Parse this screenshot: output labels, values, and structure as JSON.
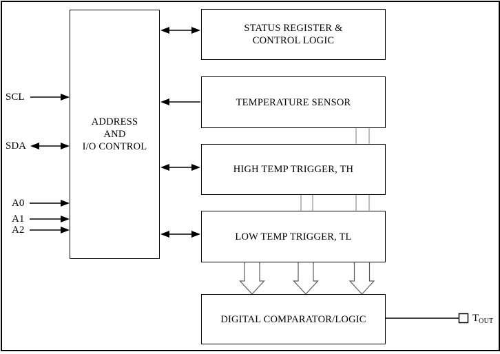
{
  "diagram": {
    "blocks": {
      "address_io": {
        "lines": [
          "ADDRESS",
          "AND",
          "I/O CONTROL"
        ]
      },
      "status_register": {
        "lines": [
          "STATUS REGISTER &",
          "CONTROL LOGIC"
        ]
      },
      "temperature_sensor": {
        "label": "TEMPERATURE SENSOR"
      },
      "high_temp_trigger": {
        "label": "HIGH TEMP TRIGGER, TH"
      },
      "low_temp_trigger": {
        "label": "LOW TEMP TRIGGER, TL"
      },
      "digital_comparator": {
        "label": "DIGITAL COMPARATOR/LOGIC"
      }
    },
    "pins": {
      "scl": {
        "label": "SCL",
        "direction": "input"
      },
      "sda": {
        "label": "SDA",
        "direction": "bidirectional"
      },
      "a0": {
        "label": "A0",
        "direction": "input"
      },
      "a1": {
        "label": "A1",
        "direction": "input"
      },
      "a2": {
        "label": "A2",
        "direction": "input"
      },
      "tout": {
        "label_main": "T",
        "label_sub": "OUT",
        "direction": "output"
      }
    },
    "connections": [
      {
        "from": "address_io",
        "to": "status_register",
        "style": "solid-arrow",
        "direction": "bidirectional"
      },
      {
        "from": "temperature_sensor",
        "to": "address_io",
        "style": "solid-arrow",
        "direction": "one-way"
      },
      {
        "from": "address_io",
        "to": "high_temp_trigger",
        "style": "solid-arrow",
        "direction": "bidirectional"
      },
      {
        "from": "address_io",
        "to": "low_temp_trigger",
        "style": "solid-arrow",
        "direction": "bidirectional"
      },
      {
        "from": "temperature_sensor",
        "to": "digital_comparator",
        "style": "bus-lines"
      },
      {
        "from": "high_temp_trigger",
        "to": "digital_comparator",
        "style": "bus-lines"
      },
      {
        "from": "low_temp_trigger",
        "to": "digital_comparator",
        "style": "hollow-arrows"
      },
      {
        "from": "digital_comparator",
        "to": "tout",
        "style": "line-to-pin"
      }
    ],
    "colors": {
      "line": "#000000",
      "bus_line": "#8f8f8f",
      "hollow_arrow_outline": "#5a5a5a",
      "background": "#ffffff"
    }
  }
}
